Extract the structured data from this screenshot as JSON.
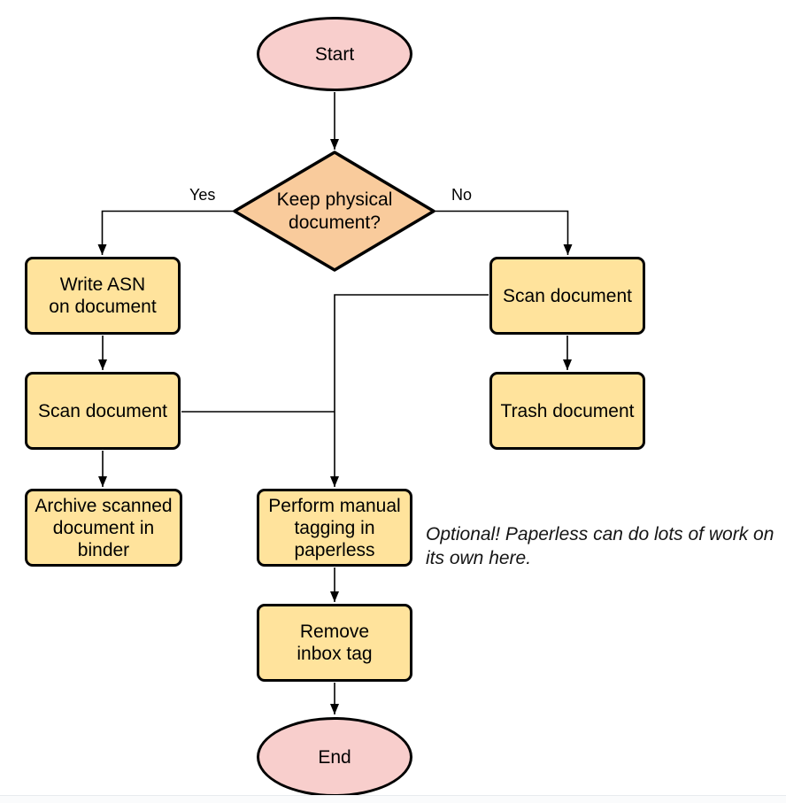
{
  "colors": {
    "pink": "#F8CECC",
    "orange": "#F9CB9C",
    "yellow": "#FFE39C",
    "stroke": "#000000",
    "note": "#141414",
    "footer": "#E8EBEE"
  },
  "nodes": {
    "start": {
      "label": "Start",
      "shape": "ellipse"
    },
    "decision": {
      "label": "Keep physical\ndocument?",
      "shape": "diamond"
    },
    "write_asn": {
      "label": "Write ASN\non document",
      "shape": "rect"
    },
    "scan_left": {
      "label": "Scan document",
      "shape": "rect"
    },
    "archive": {
      "label": "Archive scanned\ndocument in\nbinder",
      "shape": "rect"
    },
    "scan_right": {
      "label": "Scan document",
      "shape": "rect"
    },
    "trash": {
      "label": "Trash document",
      "shape": "rect"
    },
    "tagging": {
      "label": "Perform manual\ntagging in\npaperless",
      "shape": "rect"
    },
    "remove_inbox": {
      "label": "Remove\ninbox tag",
      "shape": "rect"
    },
    "end": {
      "label": "End",
      "shape": "ellipse"
    }
  },
  "edge_labels": {
    "yes": "Yes",
    "no": "No"
  },
  "note": "Optional! Paperless can do lots of work on\nits own here."
}
